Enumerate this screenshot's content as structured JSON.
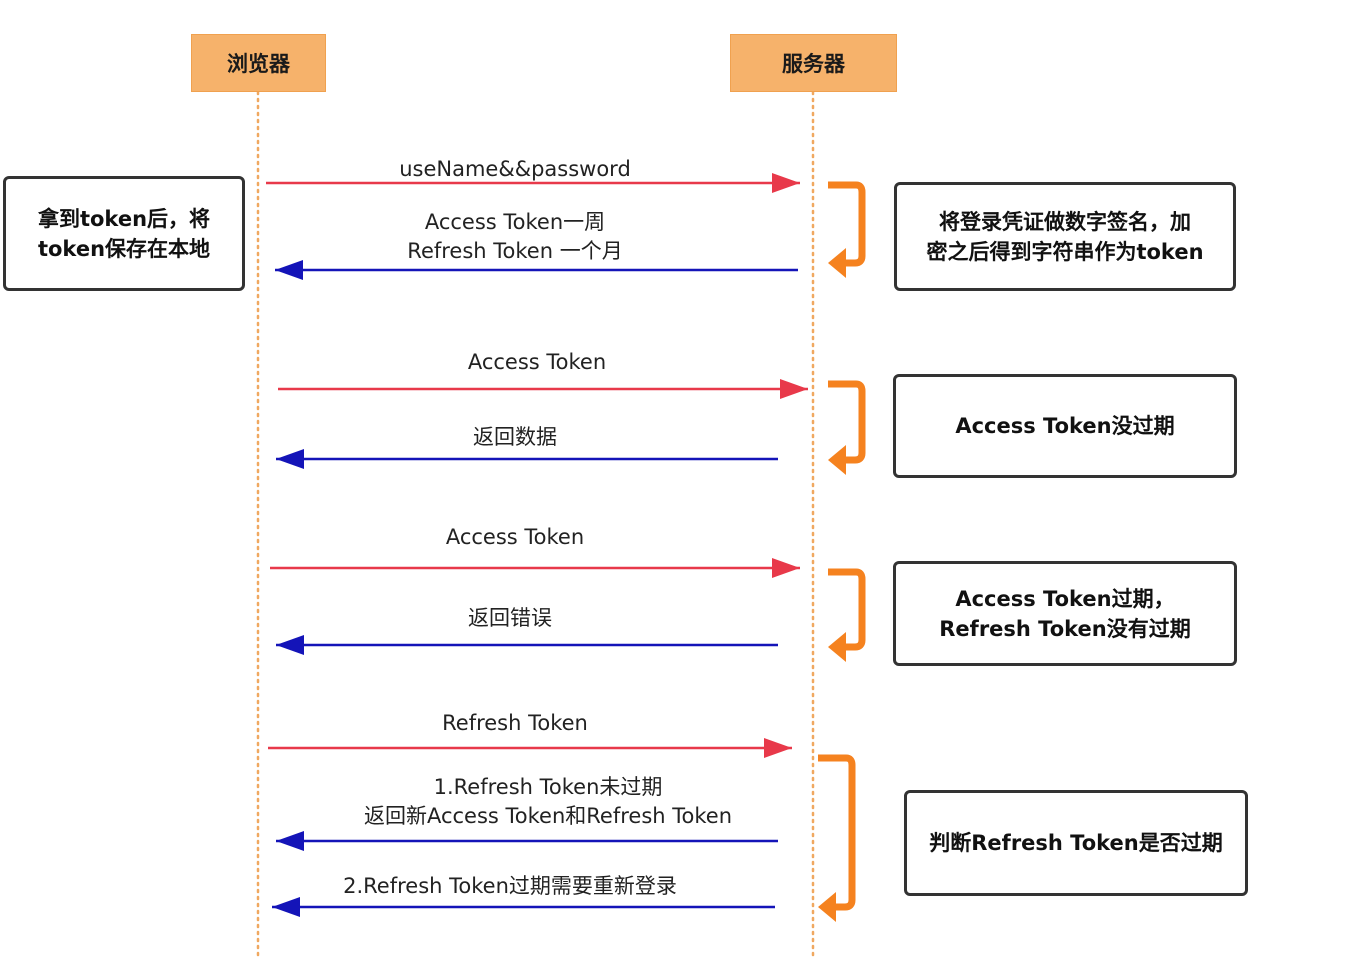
{
  "actors": {
    "browser": "浏览器",
    "server": "服务器"
  },
  "messages": {
    "m1": "useName&&password",
    "m2": "Access Token一周\nRefresh Token 一个月",
    "m3": "Access Token",
    "m4": "返回数据",
    "m5": "Access Token",
    "m6": "返回错误",
    "m7": "Refresh Token",
    "m8": "1.Refresh Token未过期\n返回新Access Token和Refresh Token",
    "m9": "2.Refresh Token过期需要重新登录"
  },
  "notes": {
    "client_store": "拿到token后，将\ntoken保存在本地",
    "server_sign": "将登录凭证做数字签名，加\n密之后得到字符串作为token",
    "at_valid": "Access Token没过期",
    "at_expired": "Access Token过期，\nRefresh Token没有过期",
    "rt_check": "判断Refresh Token是否过期"
  },
  "colors": {
    "request": "#e8394a",
    "response": "#1414b8",
    "process": "#f5821f",
    "lifeline": "#f0a860",
    "actor_fill": "#f6b26b"
  }
}
